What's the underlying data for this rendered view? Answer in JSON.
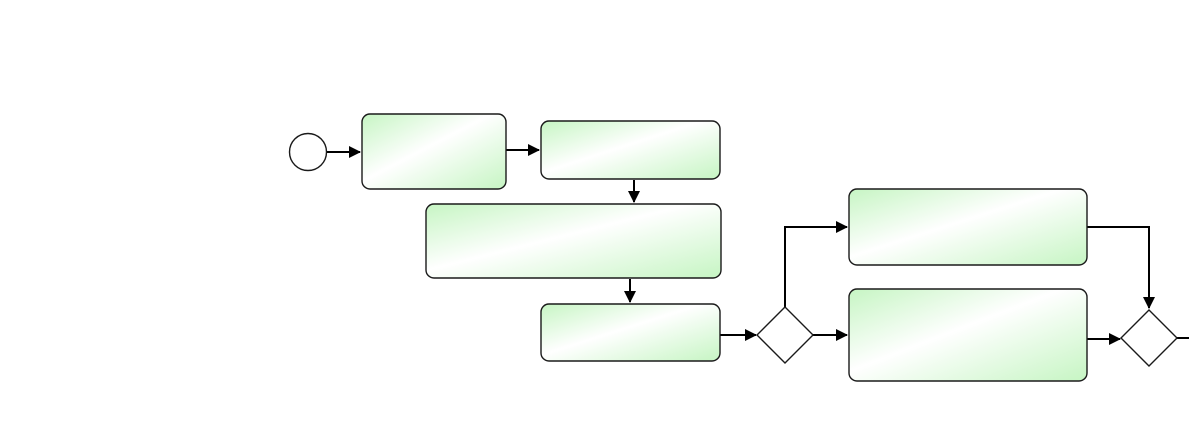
{
  "diagram": {
    "type": "bpmn-process-flow",
    "colors": {
      "background": "#ffffff",
      "task_fill_light": "#ffffff",
      "task_fill_dark": "#c6f5c3",
      "stroke": "#1a1a1a",
      "edge": "#000000"
    },
    "nodes": [
      {
        "id": "start",
        "kind": "start-event",
        "label": ""
      },
      {
        "id": "task1",
        "kind": "task",
        "label": ""
      },
      {
        "id": "task2",
        "kind": "task",
        "label": ""
      },
      {
        "id": "task3",
        "kind": "task",
        "label": ""
      },
      {
        "id": "task4",
        "kind": "task",
        "label": ""
      },
      {
        "id": "split-gateway",
        "kind": "exclusive-gateway",
        "label": ""
      },
      {
        "id": "task5",
        "kind": "task",
        "label": ""
      },
      {
        "id": "task6",
        "kind": "task",
        "label": ""
      },
      {
        "id": "join-gateway",
        "kind": "exclusive-gateway",
        "label": ""
      }
    ],
    "edges": [
      {
        "from": "start",
        "to": "task1"
      },
      {
        "from": "task1",
        "to": "task2"
      },
      {
        "from": "task2",
        "to": "task3"
      },
      {
        "from": "task3",
        "to": "task4"
      },
      {
        "from": "task4",
        "to": "split-gateway"
      },
      {
        "from": "split-gateway",
        "to": "task5"
      },
      {
        "from": "split-gateway",
        "to": "task6"
      },
      {
        "from": "task5",
        "to": "join-gateway"
      },
      {
        "from": "task6",
        "to": "join-gateway"
      },
      {
        "from": "join-gateway",
        "to": "offscreen"
      }
    ]
  }
}
